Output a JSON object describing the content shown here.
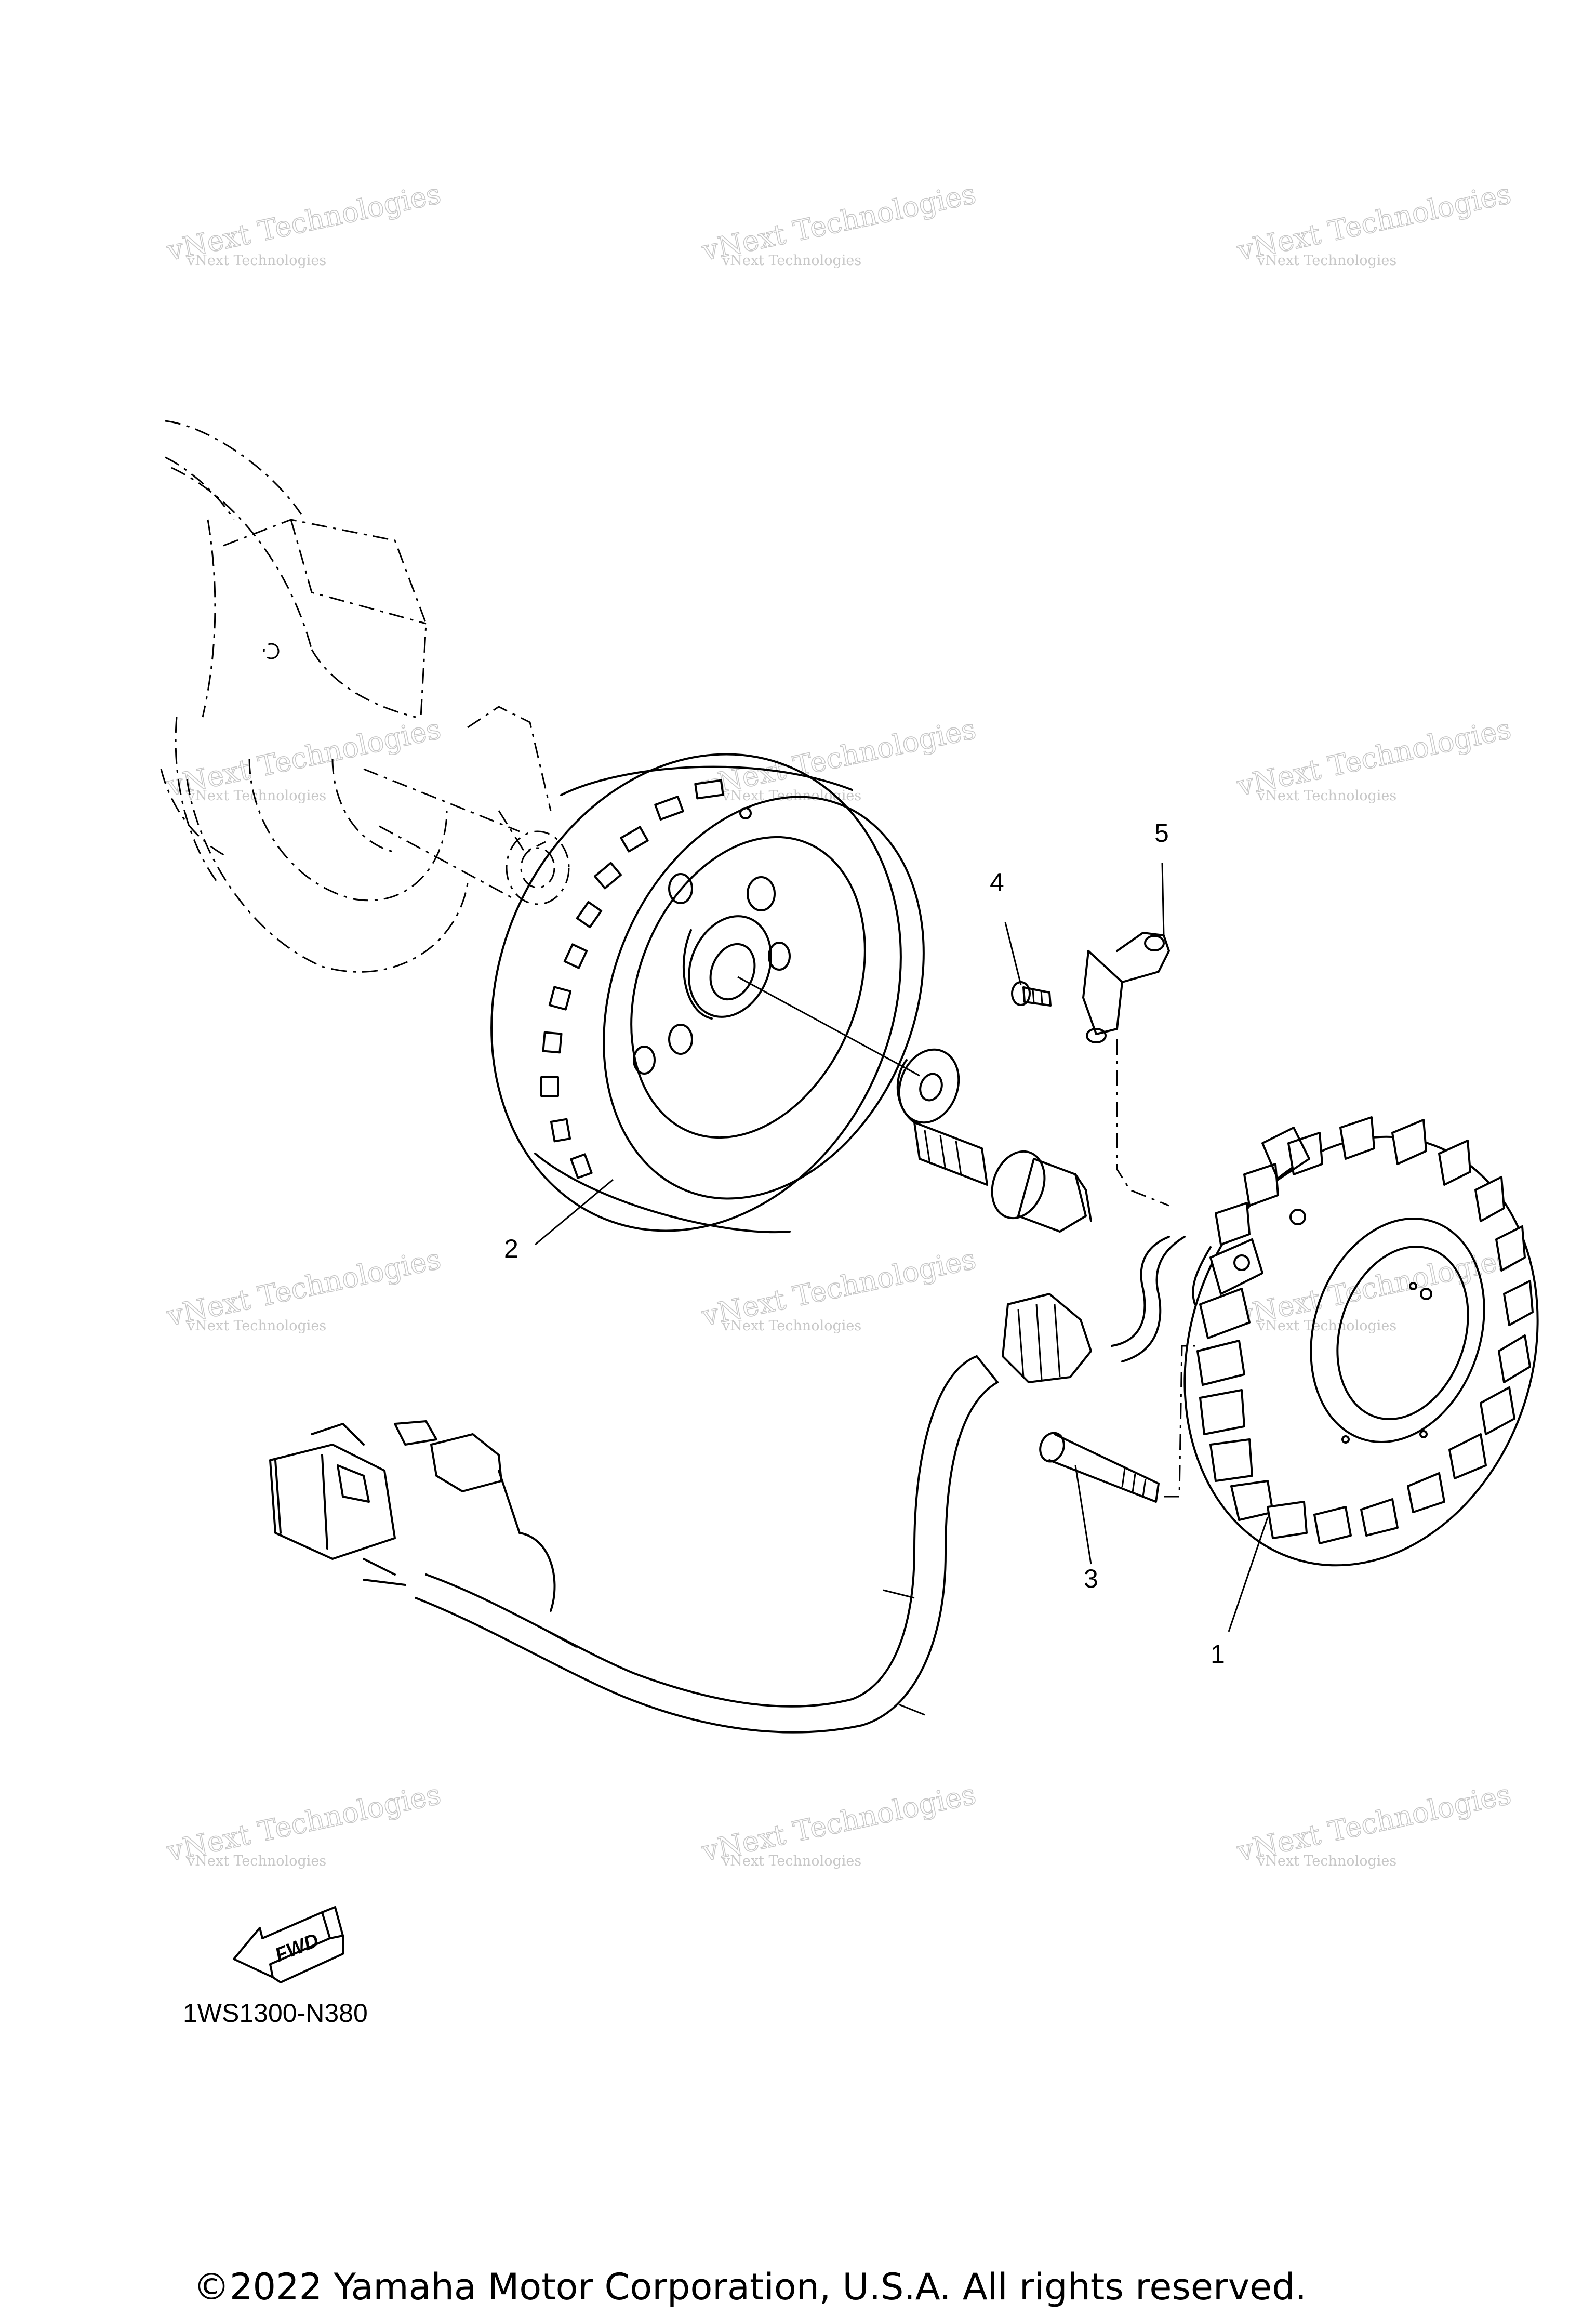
{
  "diagram_code": "1WS1300-N380",
  "copyright": "©2022 Yamaha Motor Corporation, U.S.A. All rights reserved.",
  "fwd_label": "FWD",
  "callouts": {
    "stator": "1",
    "rotor": "2",
    "stator_bolt": "3",
    "clamp_screw": "4",
    "lead_clamp": "5"
  },
  "watermark": {
    "line1": "vNext Technologies",
    "line2": "vNext Technologies"
  },
  "colors": {
    "line": "#000000",
    "background": "#ffffff",
    "watermark": "#9a9a9a"
  }
}
